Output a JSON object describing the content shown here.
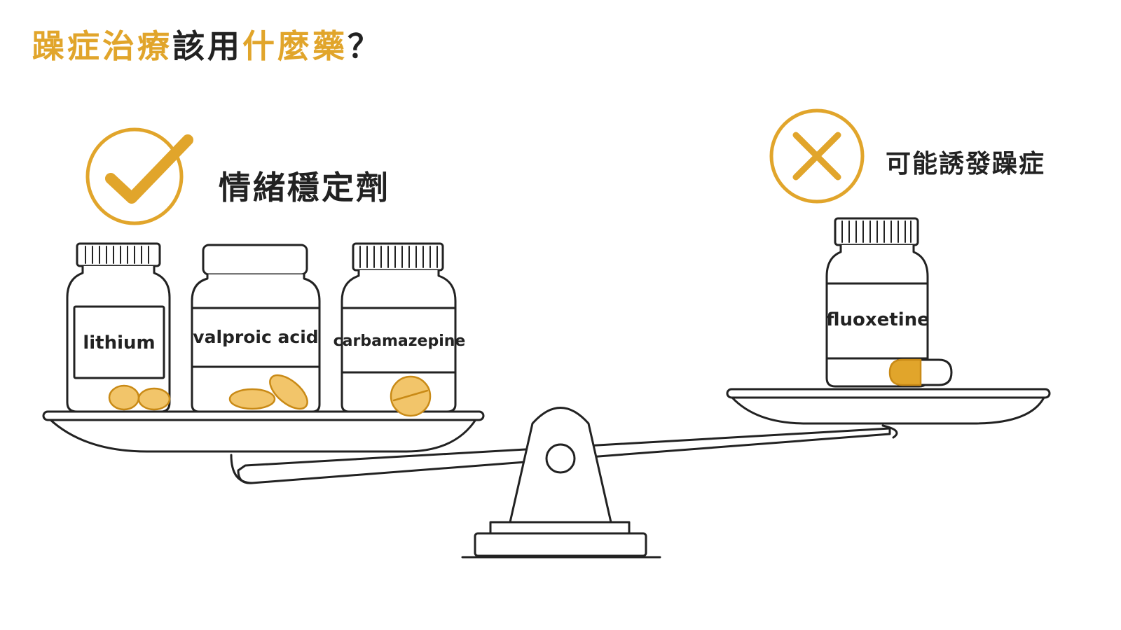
{
  "title": {
    "segments": [
      {
        "text": "躁症治療",
        "accent": true
      },
      {
        "text": "該用",
        "accent": false
      },
      {
        "text": "什麼藥",
        "accent": true
      },
      {
        "text": "？",
        "accent": false
      }
    ]
  },
  "good": {
    "icon": "check-circle-icon",
    "label": "情緒穩定劑",
    "drugs": [
      "lithium",
      "valproic acid",
      "carbamazepine"
    ]
  },
  "bad": {
    "icon": "x-circle-icon",
    "label": "可能誘發躁症",
    "drugs": [
      "fluoxetine"
    ]
  },
  "colors": {
    "accent": "#e1a52b",
    "pill": "#f2c56a",
    "pill_stroke": "#c98a16",
    "line": "#222222"
  }
}
